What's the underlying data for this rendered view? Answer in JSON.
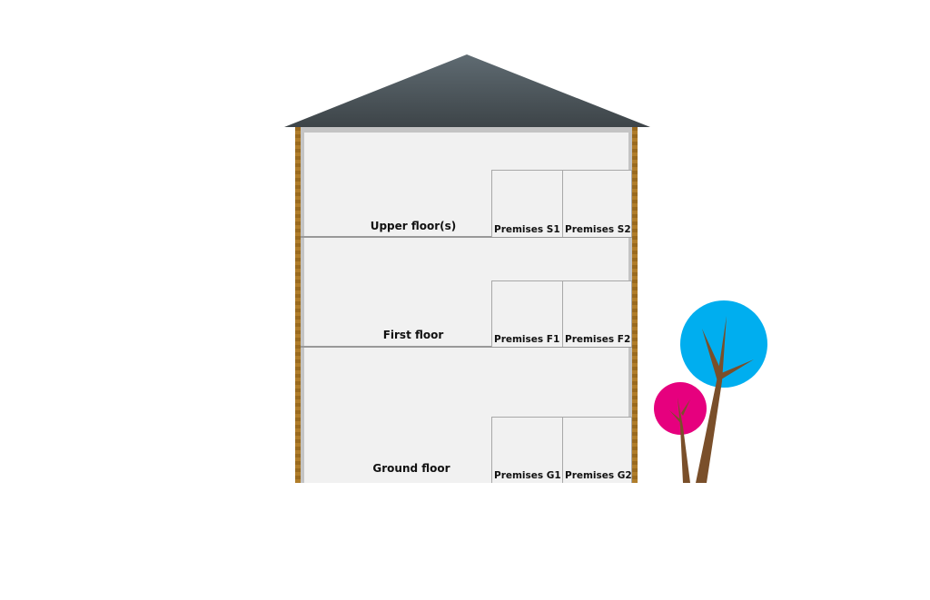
{
  "floors": [
    {
      "label": "Upper floor(s)",
      "premises": [
        "Premises S1",
        "Premises S2"
      ]
    },
    {
      "label": "First floor",
      "premises": [
        "Premises F1",
        "Premises F2"
      ]
    },
    {
      "label": "Ground floor",
      "premises": [
        "Premises G1",
        "Premises G2"
      ]
    }
  ],
  "colors": {
    "roof": "#4a5358",
    "wall": "#a87426",
    "tree_blue": "#00aeef",
    "tree_pink": "#e6007e",
    "trunk": "#7a4f2a"
  }
}
